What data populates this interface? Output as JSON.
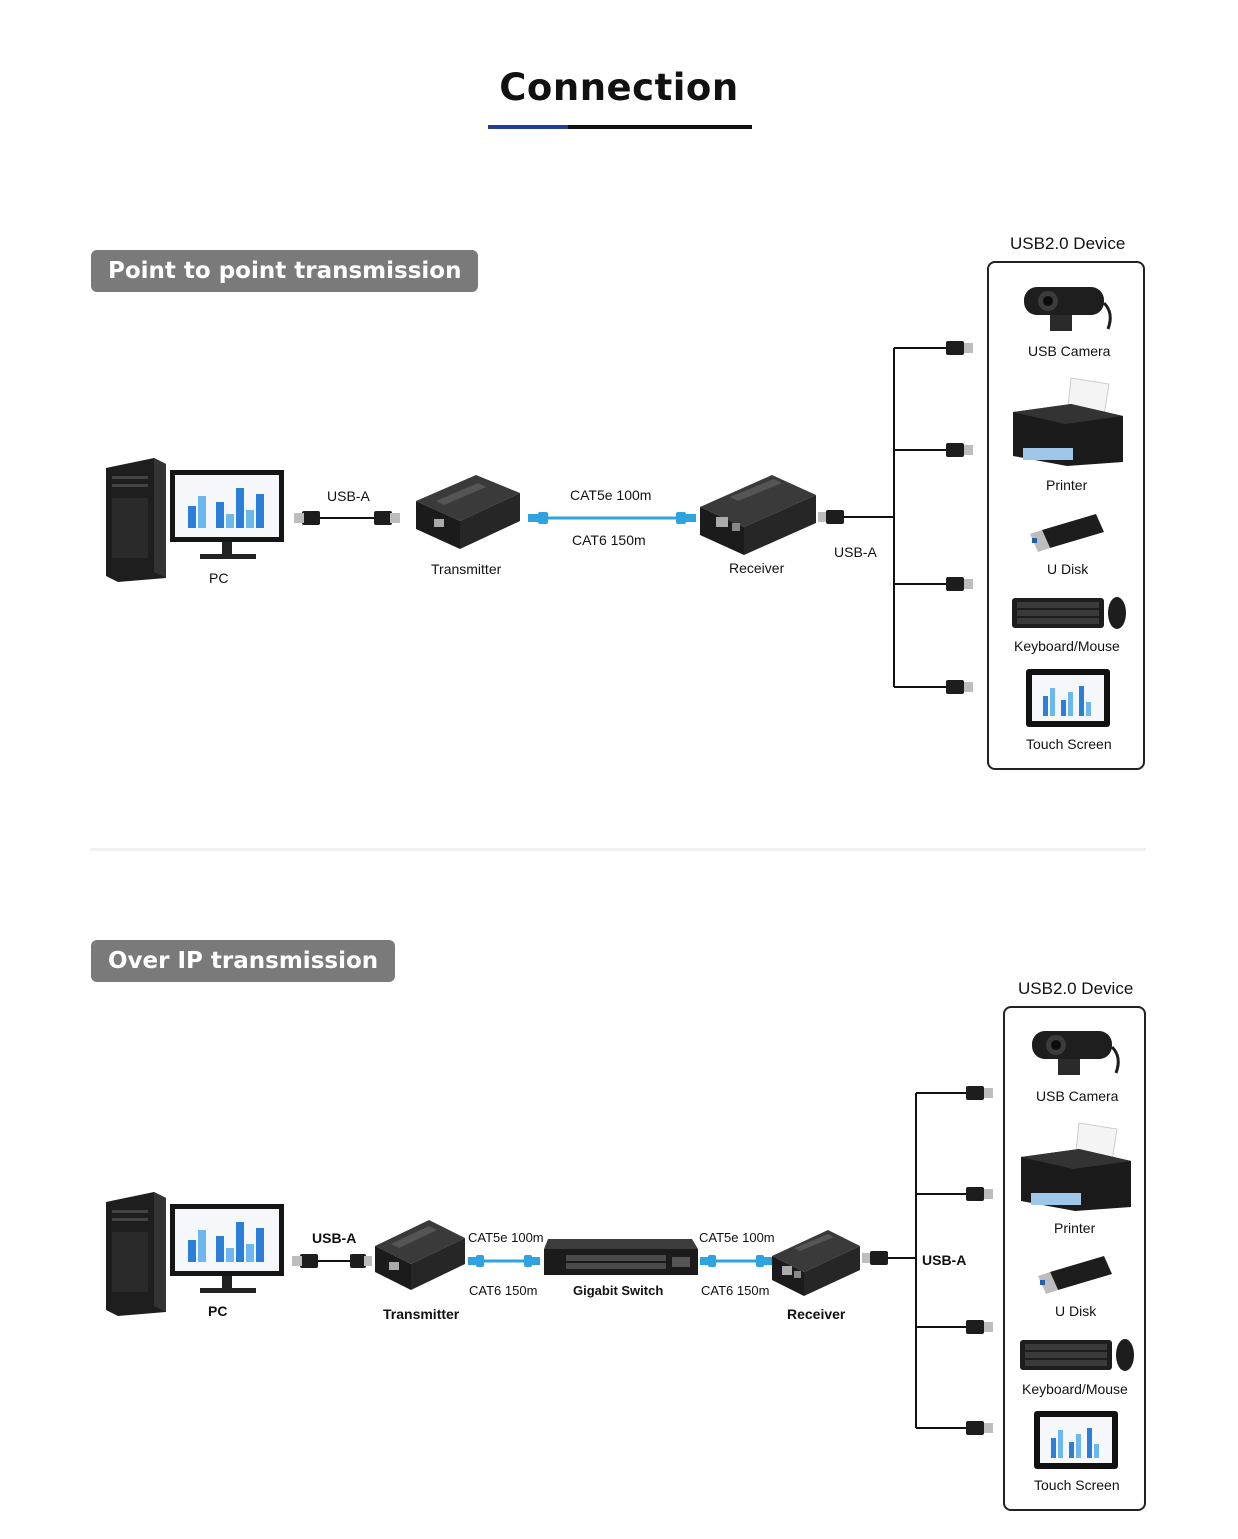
{
  "header": {
    "title": "Connection",
    "accent_color": "#1f3f98"
  },
  "section1": {
    "badge": "Point to point transmission",
    "pc_label": "PC",
    "usb_left_label": "USB-A",
    "transmitter_label": "Transmitter",
    "cable_top_label": "CAT5e 100m",
    "cable_bottom_label": "CAT6  150m",
    "receiver_label": "Receiver",
    "usb_right_label": "USB-A",
    "device_panel_title": "USB2.0 Device",
    "devices": [
      "USB Camera",
      "Printer",
      "U Disk",
      "Keyboard/Mouse",
      "Touch Screen"
    ]
  },
  "section2": {
    "badge": "Over IP transmission",
    "pc_label": "PC",
    "usb_left_label": "USB-A",
    "transmitter_label": "Transmitter",
    "cable1_top_label": "CAT5e 100m",
    "cable1_bottom_label": "CAT6  150m",
    "switch_label": "Gigabit Switch",
    "cable2_top_label": "CAT5e 100m",
    "cable2_bottom_label": "CAT6  150m",
    "receiver_label": "Receiver",
    "usb_right_label": "USB-A",
    "device_panel_title": "USB2.0 Device",
    "devices": [
      "USB Camera",
      "Printer",
      "U Disk",
      "Keyboard/Mouse",
      "Touch Screen"
    ]
  },
  "colors": {
    "badge_bg": "#7a7a7a",
    "cable": "#2ea3e0",
    "device_body": "#1c1c1c"
  }
}
